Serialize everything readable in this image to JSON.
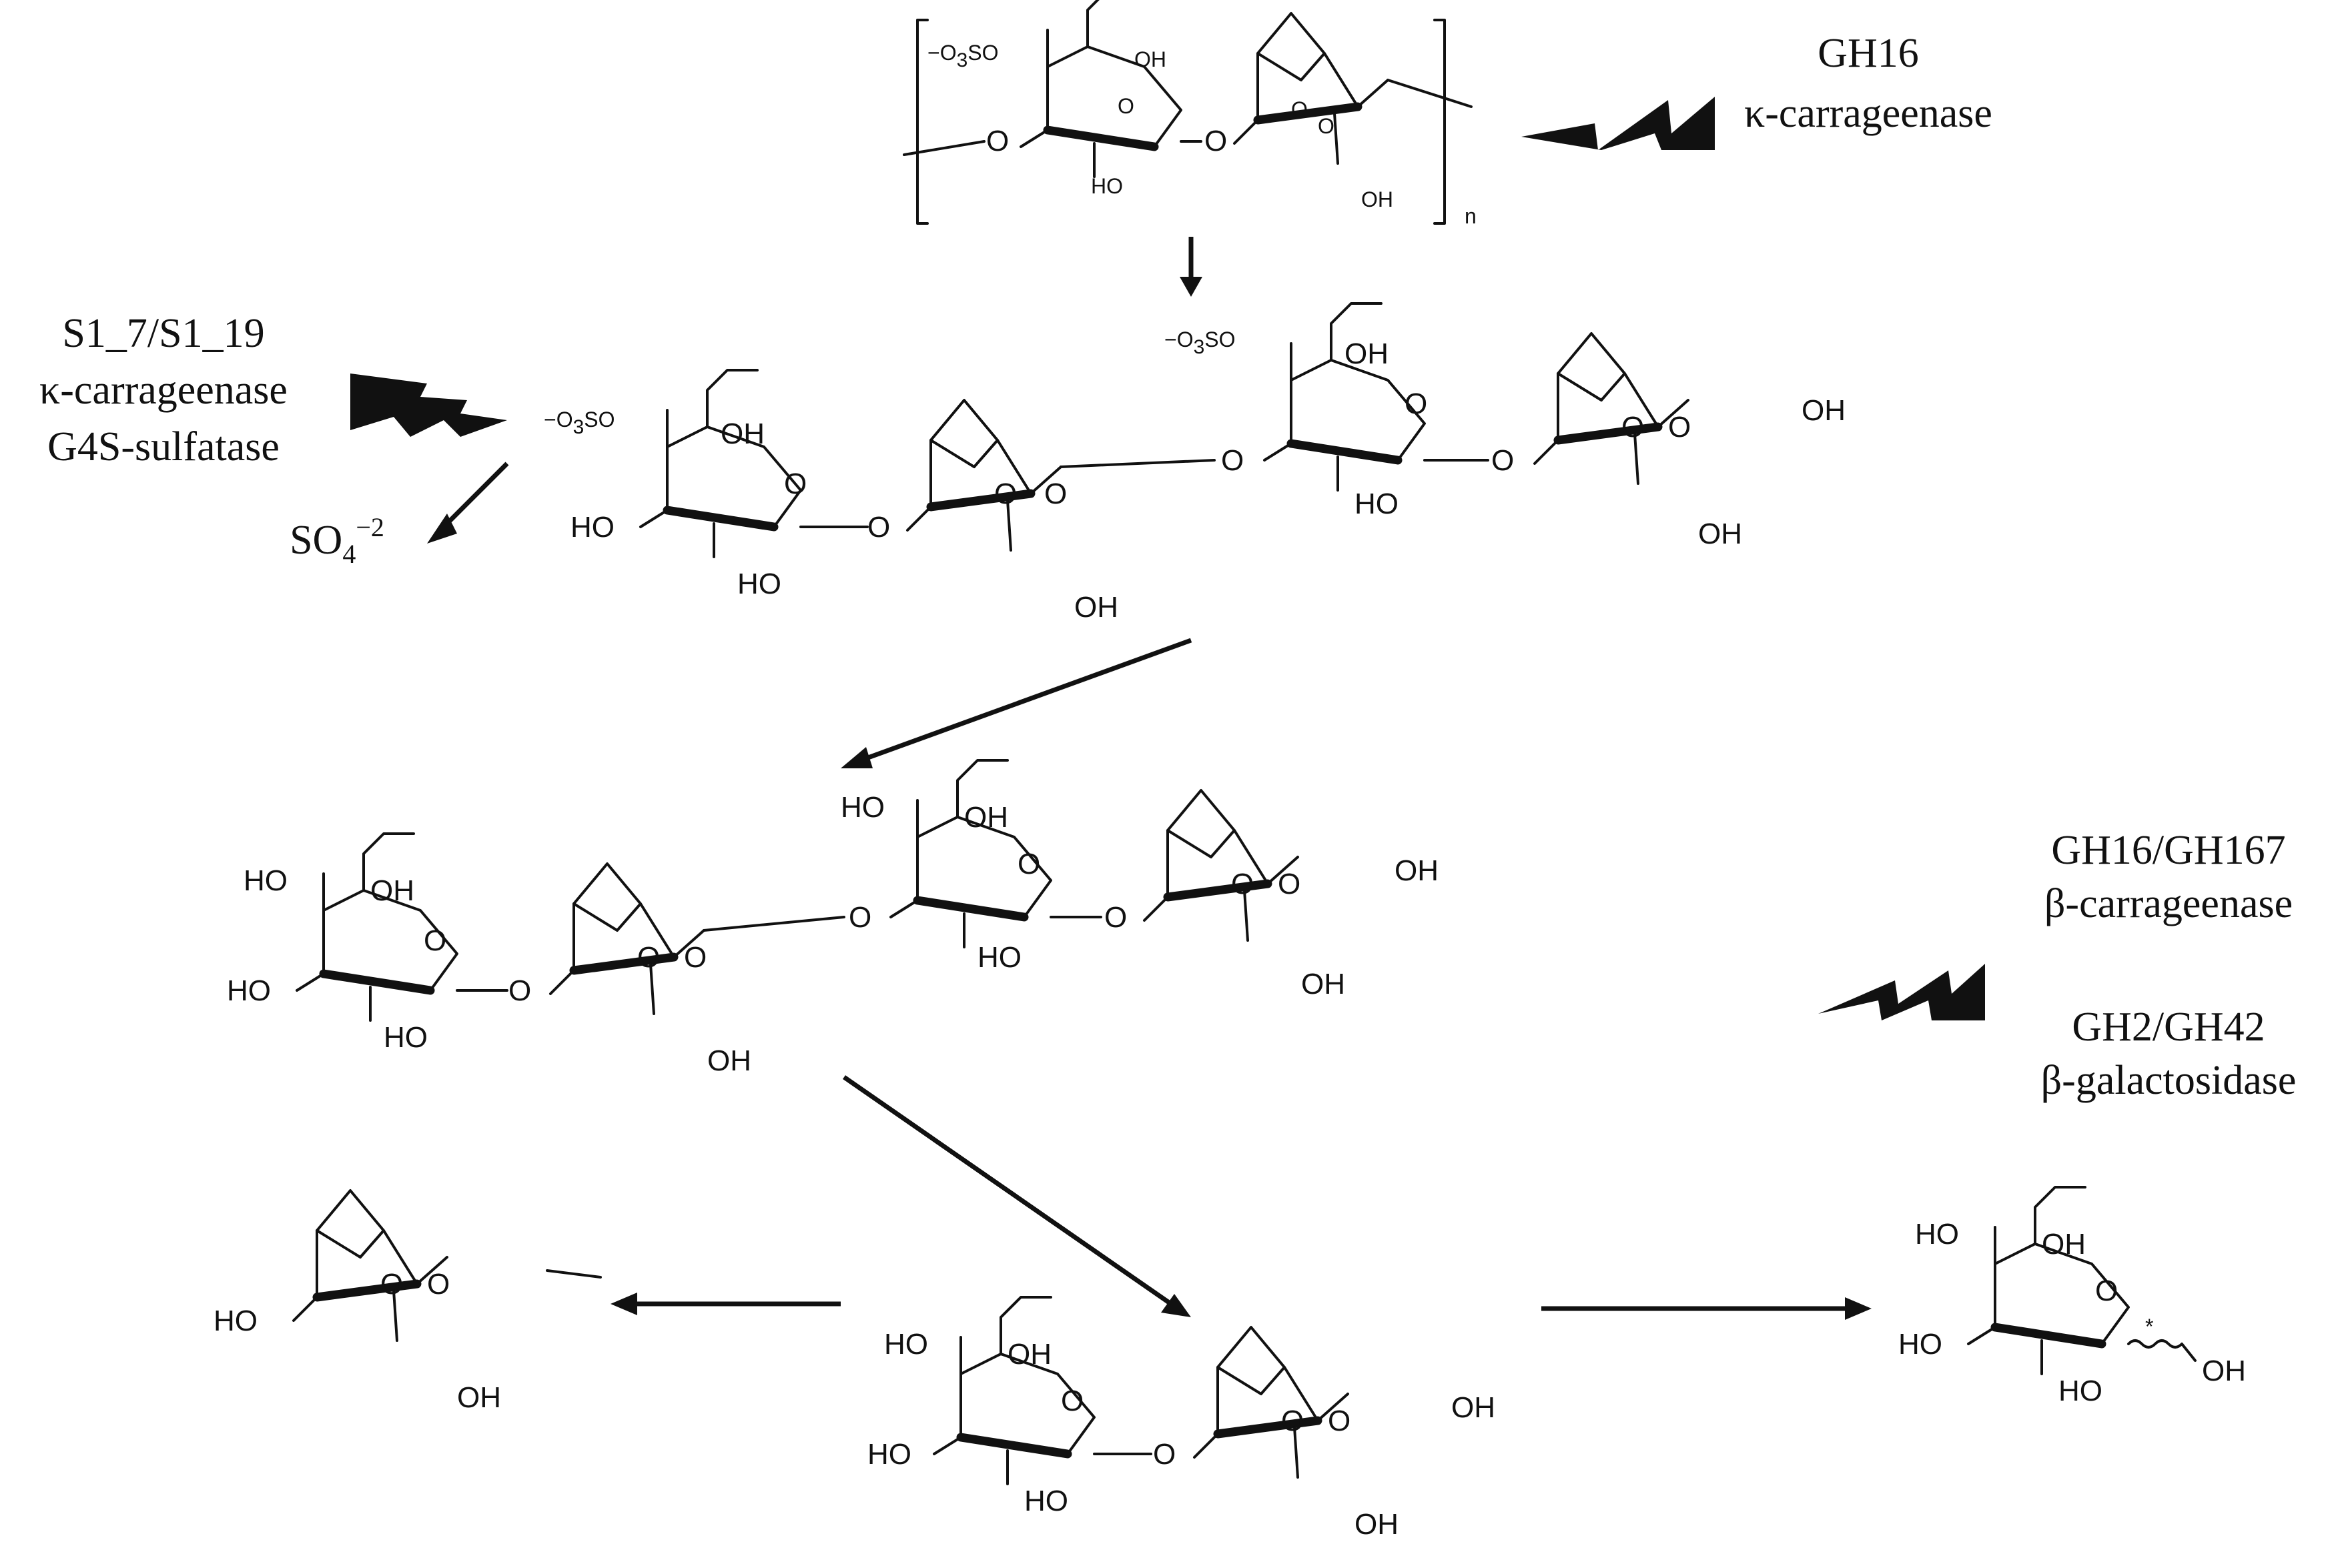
{
  "enzymes": {
    "top": {
      "family": "GH16",
      "name": "κ-carrageenase"
    },
    "left": {
      "family": "S1_7/S1_19",
      "name": "κ-carrageenase",
      "activity": "G4S-sulfatase"
    },
    "right_a": {
      "family": "GH16/GH167",
      "name": "β-carrageenase"
    },
    "right_b": {
      "family": "GH2/GH42",
      "name": "β-galactosidase"
    }
  },
  "byproduct": {
    "formula": "SO",
    "subscript": "4",
    "charge": "−2"
  },
  "labels": {
    "hydroxyl": "OH",
    "hydroxyl_rev": "HO",
    "ring_oxygen": "O",
    "sulfate": "O",
    "sulfate_sub": "3",
    "sulfate_tail": "SO",
    "minus": "−",
    "repeat": "n",
    "anomer": "*"
  },
  "colors": {
    "ink": "#111111",
    "background": "#ffffff"
  }
}
